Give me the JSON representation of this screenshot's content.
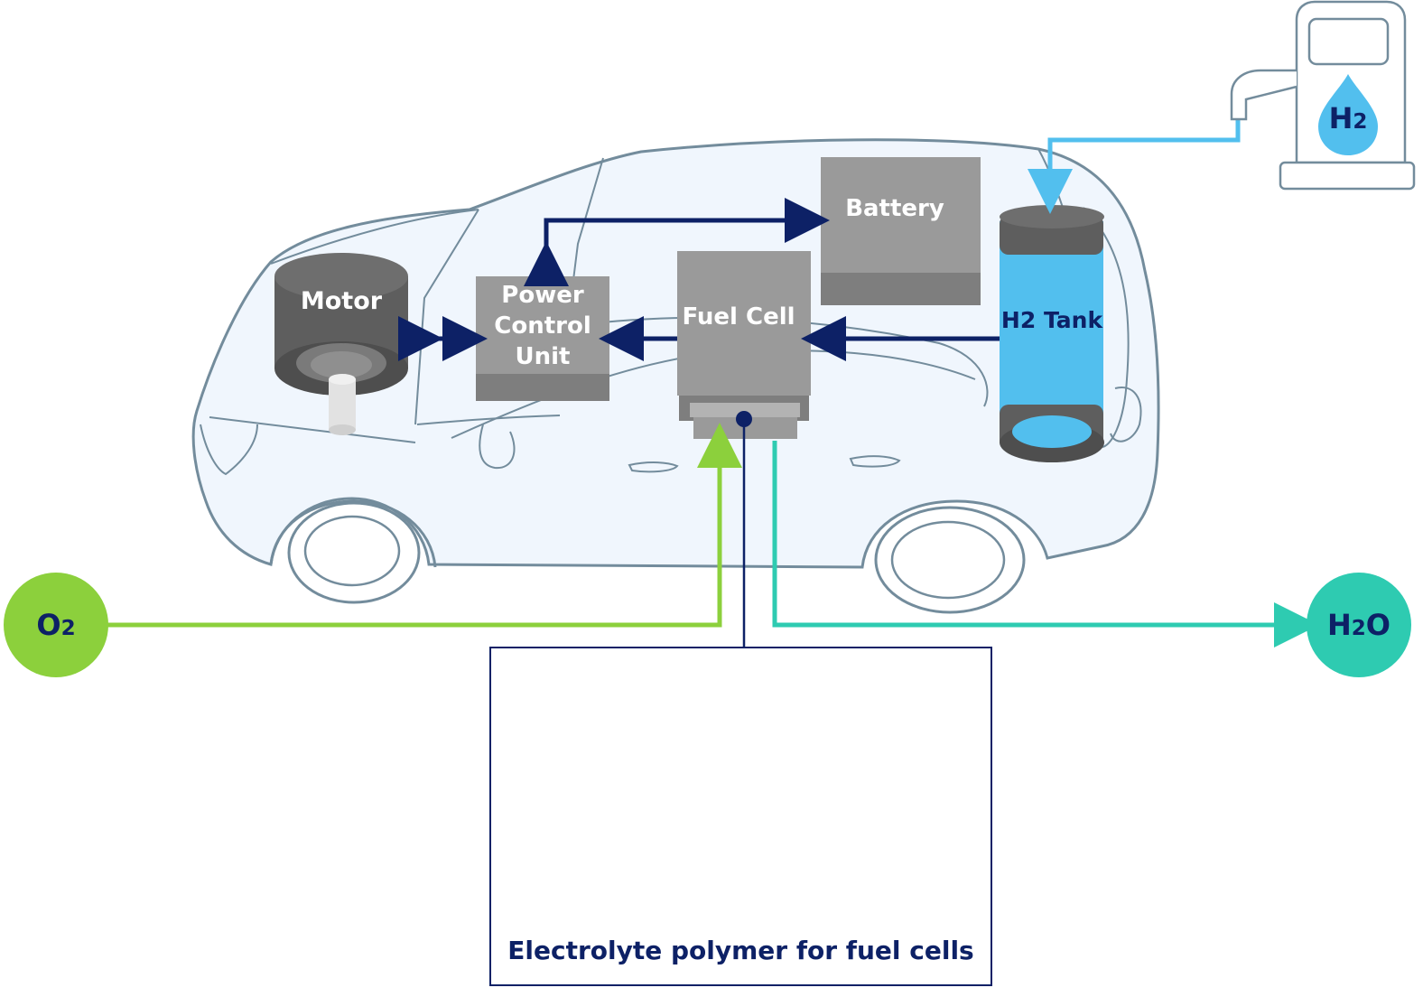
{
  "labels": {
    "motor": "Motor",
    "pcu_line1": "Power",
    "pcu_line2": "Control",
    "pcu_line3": "Unit",
    "fuel_cell": "Fuel Cell",
    "battery": "Battery",
    "h2_tank": "H2 Tank",
    "station_h": "H",
    "station_sub": "2",
    "o2_main": "O",
    "o2_sub": "2",
    "h2o_h": "H",
    "h2o_sub": "2",
    "h2o_o": "O",
    "caption": "Electrolyte polymer for fuel cells"
  },
  "colors": {
    "navy": "#0d2166",
    "o2_green": "#8cd03c",
    "h2o_teal": "#2ecbb1",
    "h2_blue": "#52bfee",
    "car_body": "#f0f6fd",
    "car_outline": "#738c9c",
    "component_gray": "#999999"
  },
  "icons": [
    "hydrogen-fuel-pump-icon",
    "water-drop-icon",
    "photo-electrolyte-pouring"
  ]
}
